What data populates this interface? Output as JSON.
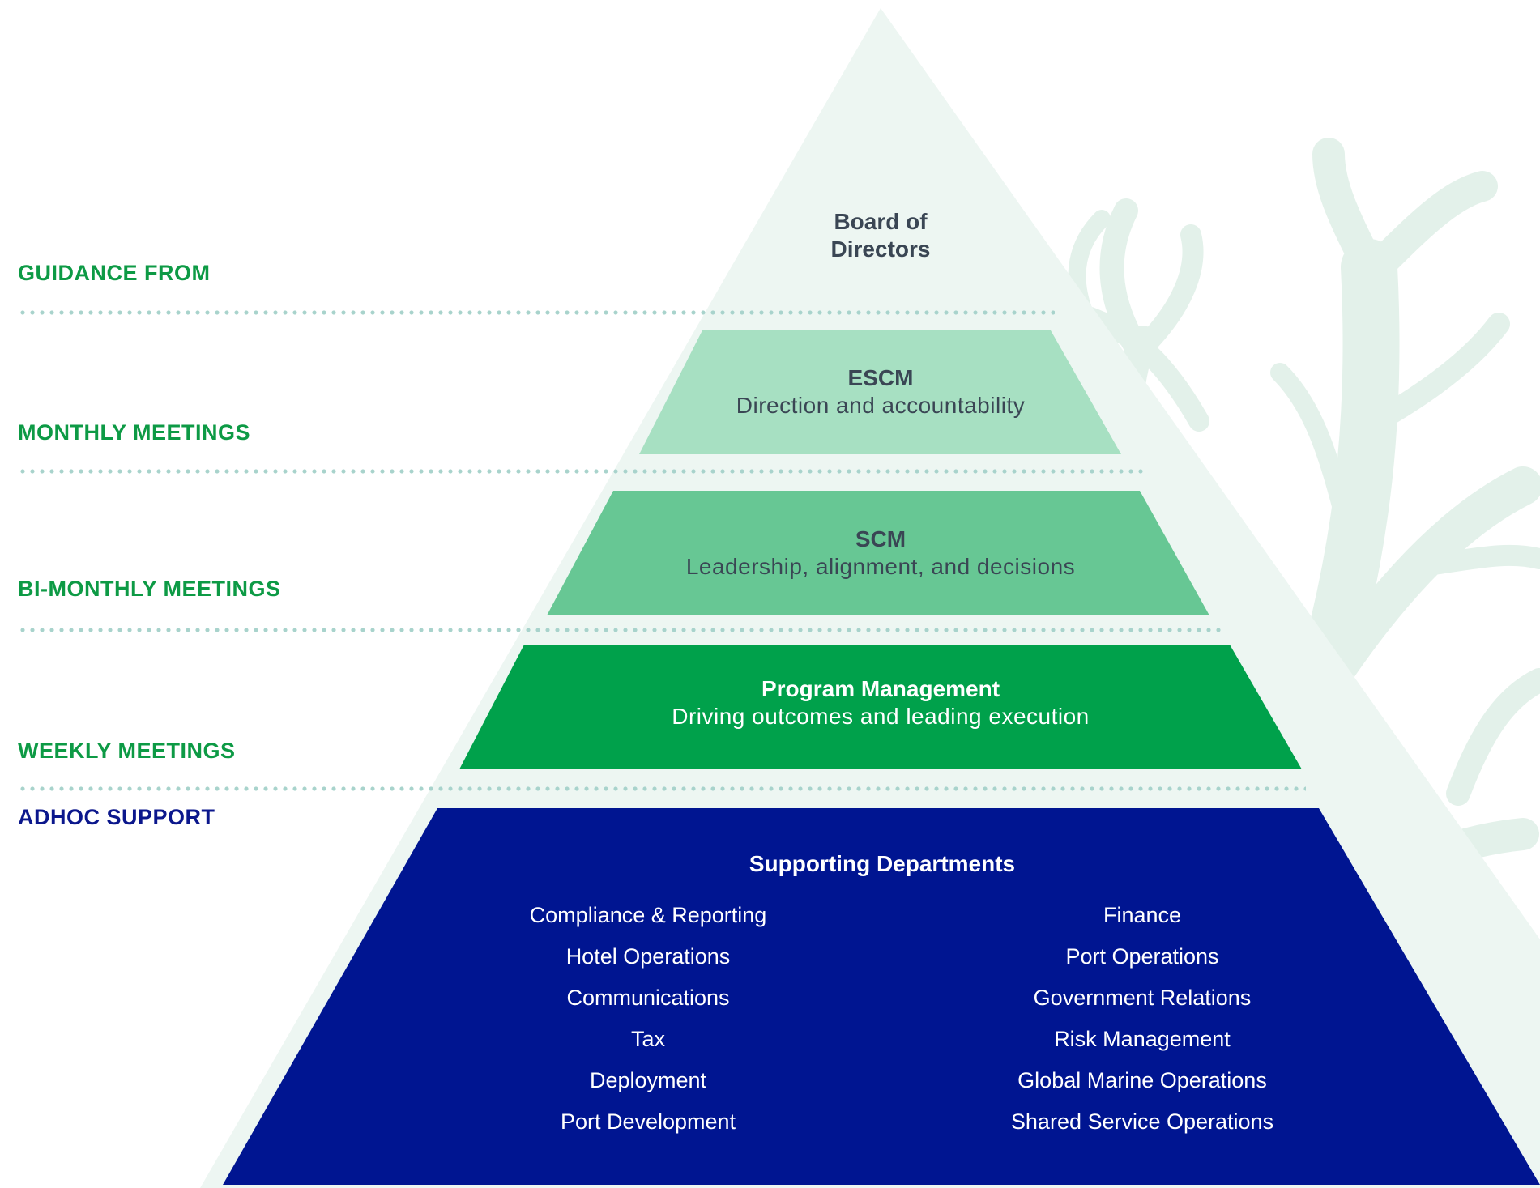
{
  "labels": {
    "guidance": "GUIDANCE FROM",
    "monthly": "MONTHLY MEETINGS",
    "bimonthly": "BI-MONTHLY MEETINGS",
    "weekly": "WEEKLY MEETINGS",
    "adhoc": "ADHOC SUPPORT"
  },
  "tiers": {
    "board": {
      "title": "Board of Directors"
    },
    "escm": {
      "title": "ESCM",
      "subtitle": "Direction and accountability"
    },
    "scm": {
      "title": "SCM",
      "subtitle": "Leadership, alignment, and decisions"
    },
    "program": {
      "title": "Program Management",
      "subtitle": "Driving outcomes and leading execution"
    },
    "supporting": {
      "title": "Supporting Departments",
      "left": [
        "Compliance & Reporting",
        "Hotel Operations",
        "Communications",
        "Tax",
        "Deployment",
        "Port Development"
      ],
      "right": [
        "Finance",
        "Port Operations",
        "Government Relations",
        "Risk Management",
        "Global Marine Operations",
        "Shared Service Operations"
      ]
    }
  },
  "colors": {
    "label_green": "#0d9a45",
    "label_navy": "#0b178c",
    "pyramid_bg": "#edf6f2",
    "tree": "#e3f1ea",
    "escm": "#a7e0c2",
    "scm": "#67c794",
    "program": "#00a14b",
    "supporting": "#001591",
    "dark_text": "#3a4654",
    "white_text": "#ffffff"
  },
  "icons": {
    "background": "tree-branch-icon"
  }
}
